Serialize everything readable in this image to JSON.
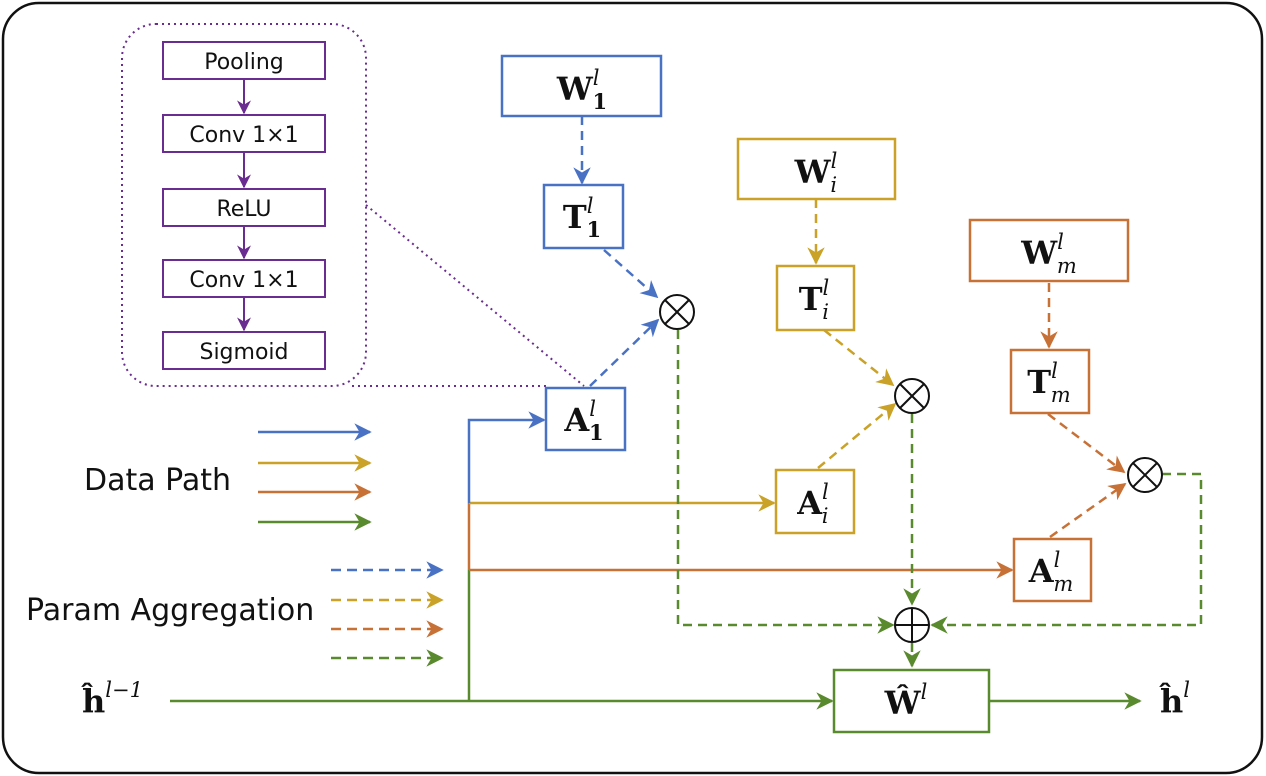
{
  "colors": {
    "blue": "#4a72c4",
    "gold": "#c9a227",
    "orange": "#c87137",
    "green": "#5a8a2e",
    "purple": "#6a2c91",
    "frame": "#111111"
  },
  "attention_module": {
    "layers": [
      "Pooling",
      "Conv 1×1",
      "ReLU",
      "Conv 1×1",
      "Sigmoid"
    ]
  },
  "legend": {
    "data_path": "Data Path",
    "param_aggregation": "Param Aggregation"
  },
  "nodes": {
    "W1": {
      "base": "W",
      "sup": "l",
      "sub": "1"
    },
    "Wi": {
      "base": "W",
      "sup": "l",
      "sub": "i"
    },
    "Wm": {
      "base": "W",
      "sup": "l",
      "sub": "m"
    },
    "T1": {
      "base": "T",
      "sup": "l",
      "sub": "1"
    },
    "Ti": {
      "base": "T",
      "sup": "l",
      "sub": "i"
    },
    "Tm": {
      "base": "T",
      "sup": "l",
      "sub": "m"
    },
    "A1": {
      "base": "A",
      "sup": "l",
      "sub": "1"
    },
    "Ai": {
      "base": "A",
      "sup": "l",
      "sub": "i"
    },
    "Am": {
      "base": "A",
      "sup": "l",
      "sub": "m"
    },
    "W_hat": {
      "base": "Ŵ",
      "sup": "l"
    },
    "h_in": {
      "base": "ĥ",
      "sup": "l−1"
    },
    "h_out": {
      "base": "ĥ",
      "sup": "l"
    }
  },
  "operators": {
    "multiply": "⊗",
    "add": "⊕"
  }
}
